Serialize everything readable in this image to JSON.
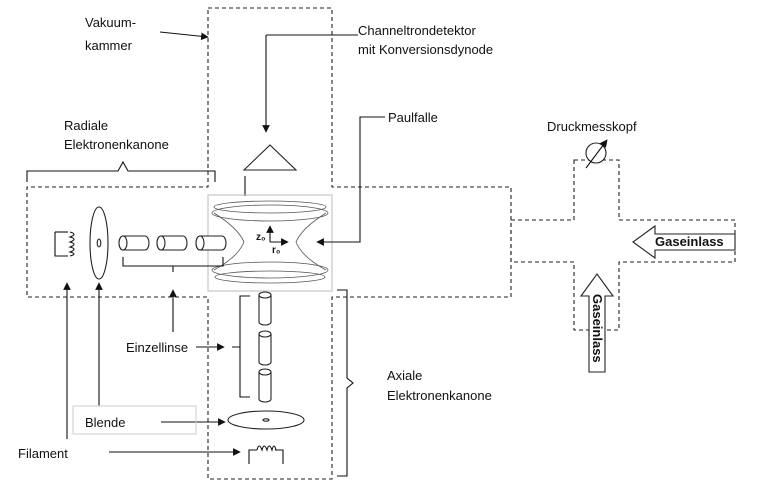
{
  "labels": {
    "vakuum_line1": "Vakuum-",
    "vakuum_line2": "kammer",
    "channeltron_line1": "Channeltrondetektor",
    "channeltron_line2": "mit Konversionsdynode",
    "paulfalle": "Paulfalle",
    "radiale_line1": "Radiale",
    "radiale_line2": "Elektronenkanone",
    "druckmesskopf": "Druckmesskopf",
    "gaseinlass_h": "Gaseinlass",
    "gaseinlass_v": "Gaseinlass",
    "z0": "z₀",
    "r0": "r₀",
    "einzellinse": "Einzellinse",
    "axiale_line1": "Axiale",
    "axiale_line2": "Elektronenkanone",
    "blende": "Blende",
    "filament": "Filament"
  }
}
